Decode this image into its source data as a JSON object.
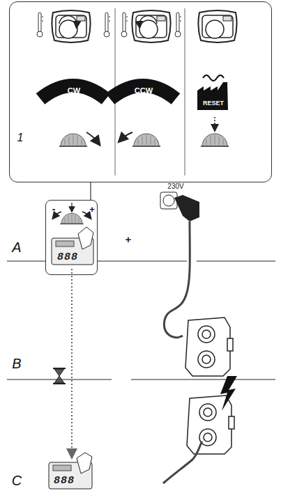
{
  "diagram": {
    "nodes": [
      {
        "text": [
          "CW",
          "CCW",
          "RESET",
          "1"
        ]
      },
      {
        "text": [
          "-",
          "+",
          "888"
        ]
      }
    ],
    "edges": [
      {
        "from": 0,
        "to": 1,
        "arrow": "none"
      }
    ],
    "labels": [
      "230V",
      "+",
      "A",
      "B",
      "C",
      "888"
    ]
  }
}
